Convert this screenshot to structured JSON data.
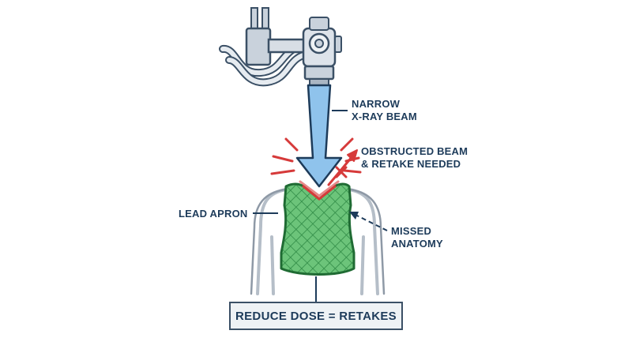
{
  "labels": {
    "beam_line1": "NARROW",
    "beam_line2": "X-RAY BEAM",
    "obstruct_line1": "OBSTRUCTED BEAM",
    "obstruct_line2": "& RETAKE NEEDED",
    "apron": "LEAD APRON",
    "missed_line1": "MISSED",
    "missed_line2": "ANATOMY"
  },
  "result": {
    "text": "REDUCE DOSE = RETAKES"
  },
  "colors": {
    "navy": "#1d3b5a",
    "beam": "#8fc3ec",
    "apron": "#5fbf6e",
    "warning": "#d63a3a"
  }
}
